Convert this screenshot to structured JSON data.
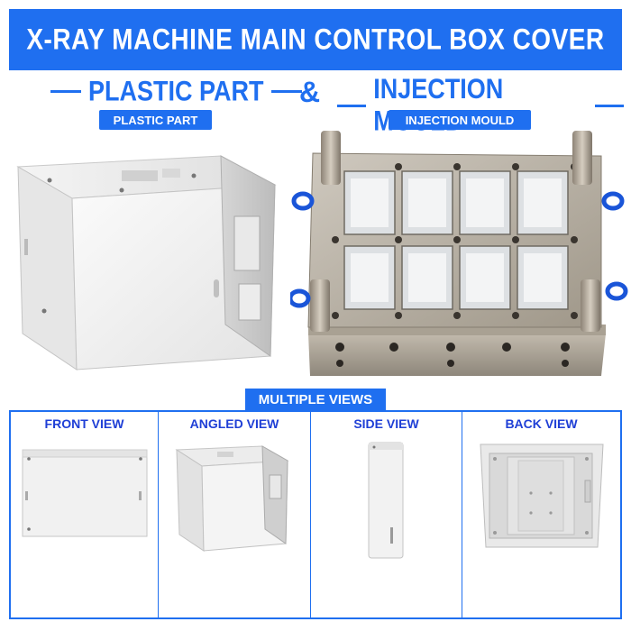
{
  "banner": {
    "title": "X-RAY MACHINE MAIN CONTROL BOX COVER"
  },
  "sections": {
    "plastic": {
      "heading": "PLASTIC PART",
      "subheading": "PLASTIC PART"
    },
    "ampersand": "&",
    "mould": {
      "heading": "INJECTION MOULD",
      "subheading": "INJECTION MOULD"
    }
  },
  "views": {
    "label": "MULTIPLE VIEWS",
    "items": [
      {
        "title": "FRONT VIEW",
        "icon": "front-view-render"
      },
      {
        "title": "ANGLED VIEW",
        "icon": "angled-view-render"
      },
      {
        "title": "SIDE VIEW",
        "icon": "side-view-render"
      },
      {
        "title": "BACK VIEW",
        "icon": "back-view-render"
      }
    ]
  },
  "colors": {
    "accent": "#1f6ff0",
    "view_title": "#1f3fd6",
    "mould_metal": "#b9b2a7",
    "bolt_ring": "#1a55d8"
  }
}
